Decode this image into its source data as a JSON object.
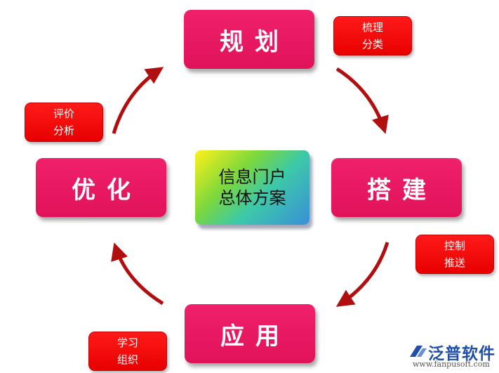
{
  "center": {
    "line1": "信息门户",
    "line2": "总体方案"
  },
  "phases": {
    "plan": "规划",
    "build": "搭建",
    "apply": "应用",
    "optimize": "优化"
  },
  "tags": {
    "sort": [
      "梳理",
      "分类"
    ],
    "control": [
      "控制",
      "推送"
    ],
    "learn": [
      "学习",
      "组织"
    ],
    "evaluate": [
      "评价",
      "分析"
    ]
  },
  "logo": {
    "name": "泛普软件",
    "url": "www.fanpusoft.com"
  },
  "colors": {
    "phase": "#e8155f",
    "tag": "#f20000",
    "arrow": "#b10f0f",
    "logo_text": "#1f4fa8"
  }
}
